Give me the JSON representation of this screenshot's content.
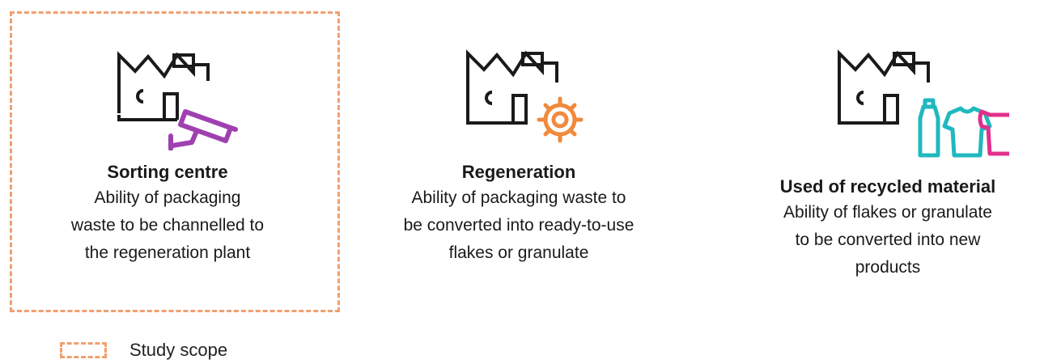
{
  "colors": {
    "scope_border": "#f0a070",
    "factory_line": "#1a1a1a",
    "camera": "#a040b0",
    "gear": "#f08a3c",
    "bottle": "#20b8c0",
    "shirt": "#20b8c0",
    "watering_can": "#e0308a"
  },
  "stages": [
    {
      "title": "Sorting centre",
      "description": "Ability of packaging\nwaste to be channelled to\nthe regeneration plant",
      "icons": [
        "factory-icon",
        "security-camera-icon"
      ]
    },
    {
      "title": "Regeneration",
      "description": "Ability of packaging waste to\nbe converted into ready-to-use\nflakes or granulate",
      "icons": [
        "factory-icon",
        "gear-icon"
      ]
    },
    {
      "title": "Used of recycled material",
      "description": "Ability of flakes or granulate\nto be converted into new\nproducts",
      "icons": [
        "factory-icon",
        "bottle-icon",
        "tshirt-icon",
        "watering-can-icon"
      ]
    }
  ],
  "legend": {
    "label": "Study scope"
  }
}
